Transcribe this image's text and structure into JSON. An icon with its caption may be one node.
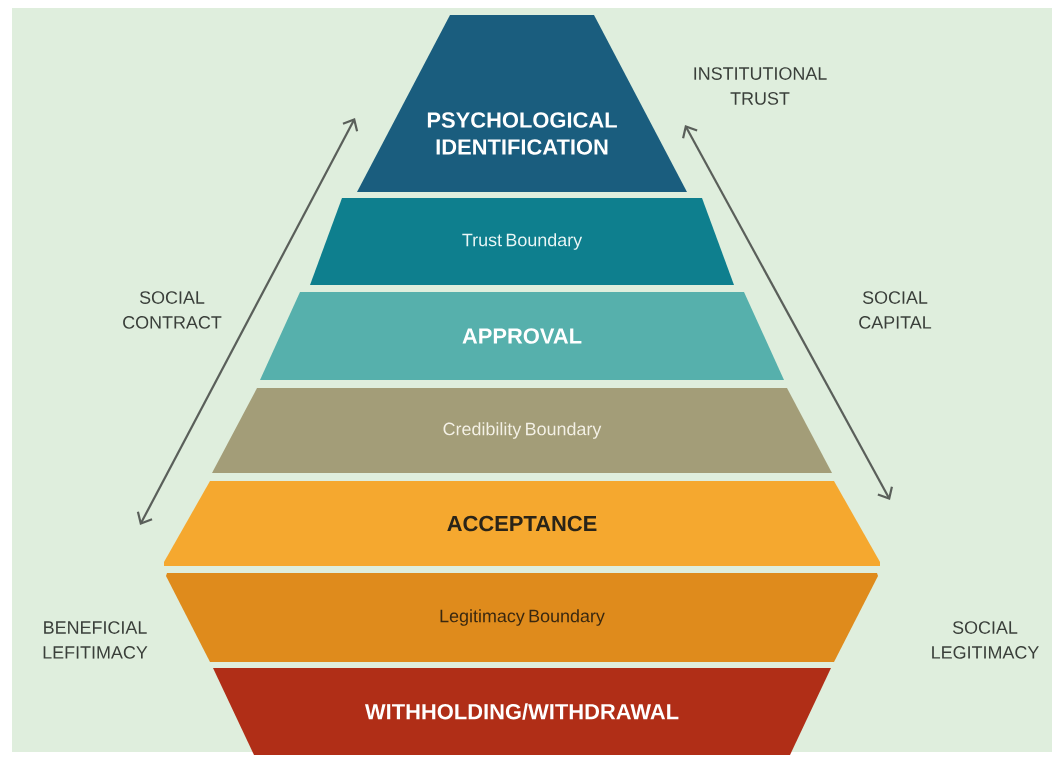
{
  "diagram": {
    "nodes": [
      {
        "text": [
          "PSYCHOLOGICAL IDENTIFICATION"
        ]
      },
      {
        "text": [
          "Trust Boundary"
        ]
      },
      {
        "text": [
          "APPROVAL"
        ]
      },
      {
        "text": [
          "Credibility Boundary"
        ]
      },
      {
        "text": [
          "ACCEPTANCE"
        ]
      },
      {
        "text": [
          "Legitimacy Boundary"
        ]
      },
      {
        "text": [
          "WITHHOLDING/WITHDRAWAL"
        ]
      }
    ],
    "edges": [],
    "labels": [
      "INSTITUTIONAL TRUST",
      "SOCIAL CONTRACT",
      "SOCIAL CAPITAL",
      "BENEFICIAL LEFITIMACY",
      "SOCIAL LEGITIMACY"
    ]
  }
}
